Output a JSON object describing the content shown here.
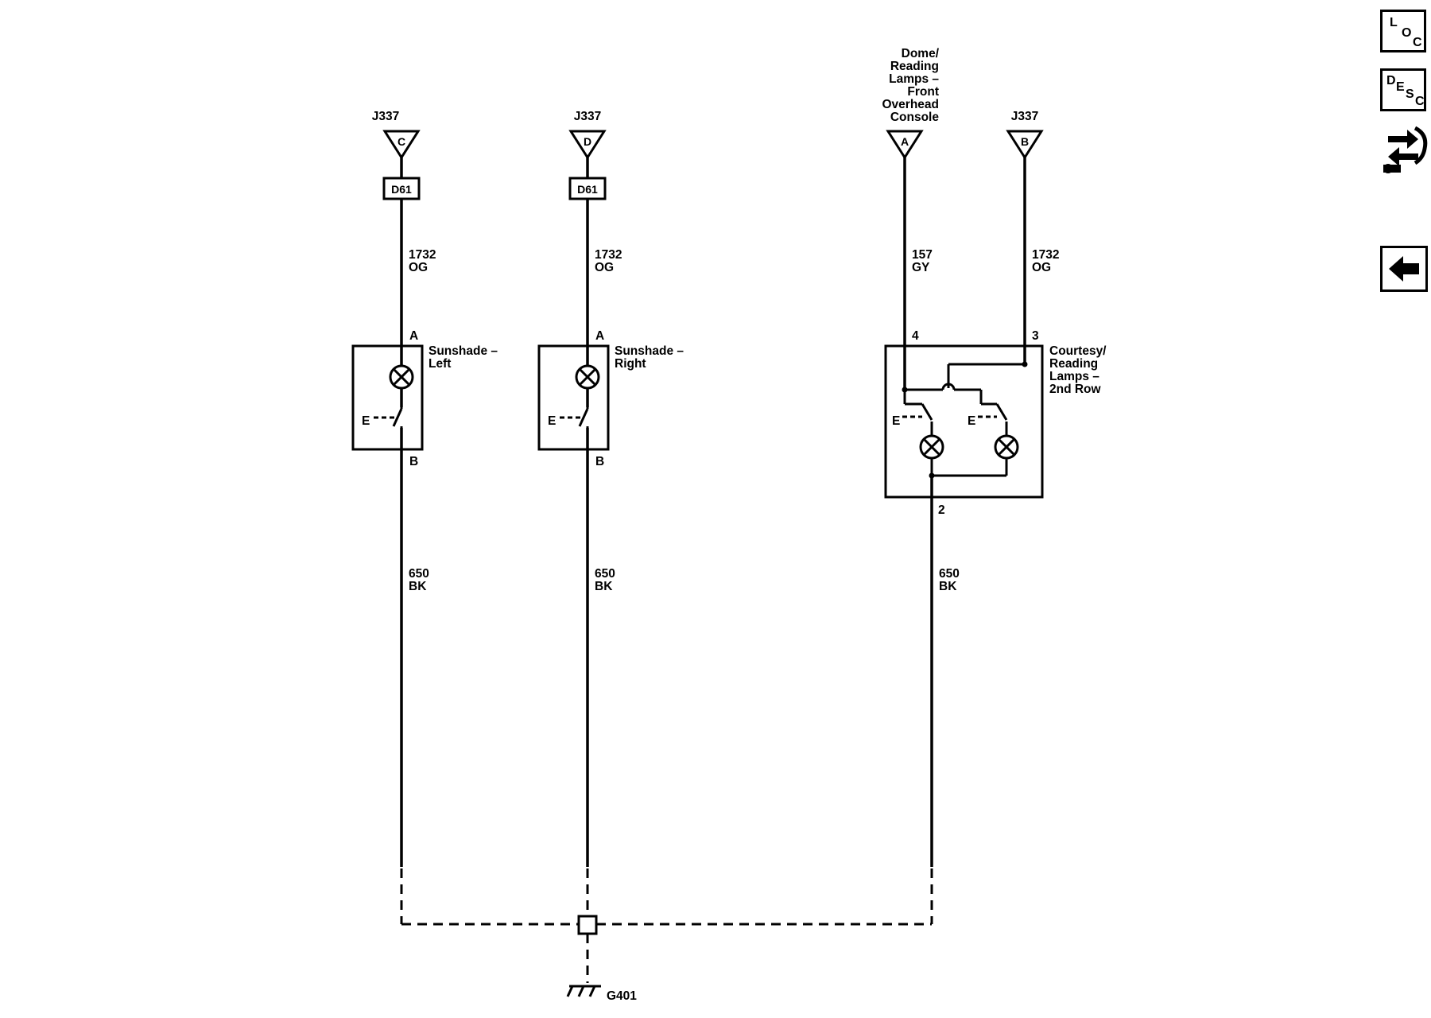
{
  "connectors": {
    "left": {
      "name": "J337",
      "pin": "C",
      "inline": "D61"
    },
    "right": {
      "name": "J337",
      "pin": "D",
      "inline": "D61"
    },
    "dome": {
      "name_lines": [
        "Dome/",
        "Reading",
        "Lamps –",
        "Front",
        "Overhead",
        "Console"
      ],
      "pin": "A"
    },
    "courtesy": {
      "name": "J337",
      "pin": "B"
    }
  },
  "wires": {
    "w1": {
      "circuit": "1732",
      "color": "OG"
    },
    "w2": {
      "circuit": "1732",
      "color": "OG"
    },
    "w3": {
      "circuit": "157",
      "color": "GY"
    },
    "w4": {
      "circuit": "1732",
      "color": "OG"
    },
    "g1": {
      "circuit": "650",
      "color": "BK"
    },
    "g2": {
      "circuit": "650",
      "color": "BK"
    },
    "g3": {
      "circuit": "650",
      "color": "BK"
    }
  },
  "components": {
    "sun_left": {
      "lines": [
        "Sunshade –",
        "Left"
      ],
      "pin_top": "A",
      "pin_bottom": "B"
    },
    "sun_right": {
      "lines": [
        "Sunshade –",
        "Right"
      ],
      "pin_top": "A",
      "pin_bottom": "B"
    },
    "courtesy": {
      "lines": [
        "Courtesy/",
        "Reading",
        "Lamps –",
        "2nd Row"
      ],
      "pin_a": "4",
      "pin_b": "3",
      "pin_bottom": "2"
    }
  },
  "switch_label": "E",
  "ground": {
    "label": "G401"
  },
  "nav": {
    "loc": [
      "L",
      "O",
      "C"
    ],
    "desc": [
      "D",
      "E",
      "S",
      "C"
    ]
  }
}
